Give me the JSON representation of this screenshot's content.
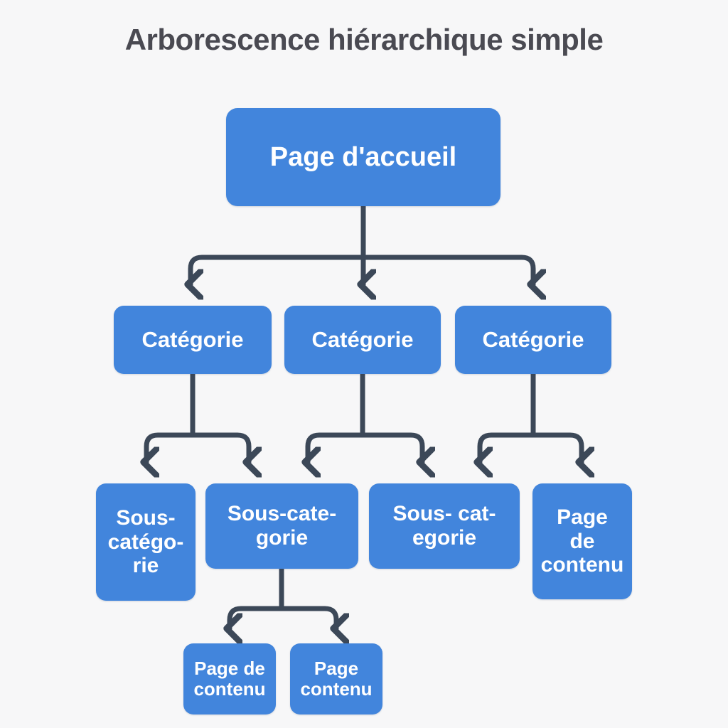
{
  "title": "Arborescence hiérarchique simple",
  "colors": {
    "background": "#f7f7f8",
    "node_fill": "#4285dc",
    "node_text": "#ffffff",
    "connector": "#3c4858",
    "title_text": "#4a4a52"
  },
  "diagram": {
    "type": "tree",
    "orientation": "top-down",
    "levels": 4
  },
  "nodes": {
    "root": {
      "label": "Page d'accueil"
    },
    "categories": [
      {
        "label": "Catégorie"
      },
      {
        "label": "Catégorie"
      },
      {
        "label": "Catégorie"
      }
    ],
    "subcategories": [
      {
        "label": "Sous-\ncatégo-\nrie"
      },
      {
        "label": "Sous-cate-\ngorie"
      },
      {
        "label": "Sous- cat-\negorie"
      },
      {
        "label": "Page\nde\ncontenu"
      }
    ],
    "leaves": [
      {
        "label": "Page de\ncontenu"
      },
      {
        "label": "Page\ncontenu"
      }
    ]
  }
}
